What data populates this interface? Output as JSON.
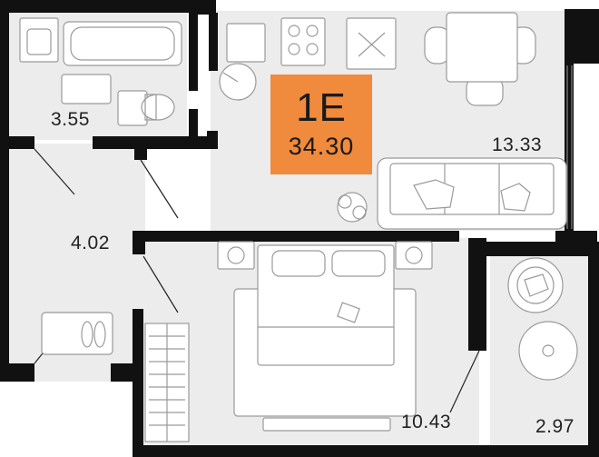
{
  "plan": {
    "apartment_code": "1E",
    "total_area": "34.30",
    "rooms": [
      {
        "key": "bathroom",
        "area": "3.55"
      },
      {
        "key": "hallway",
        "area": "4.02"
      },
      {
        "key": "kitchen_living",
        "area": "13.33"
      },
      {
        "key": "bedroom",
        "area": "10.43"
      },
      {
        "key": "balcony",
        "area": "2.97"
      }
    ]
  },
  "colors": {
    "background": "#ffffff",
    "floor": "#ececec",
    "wall": "#111111",
    "badge": "#f08a3c",
    "furniture_stroke": "#9a9a9a"
  }
}
